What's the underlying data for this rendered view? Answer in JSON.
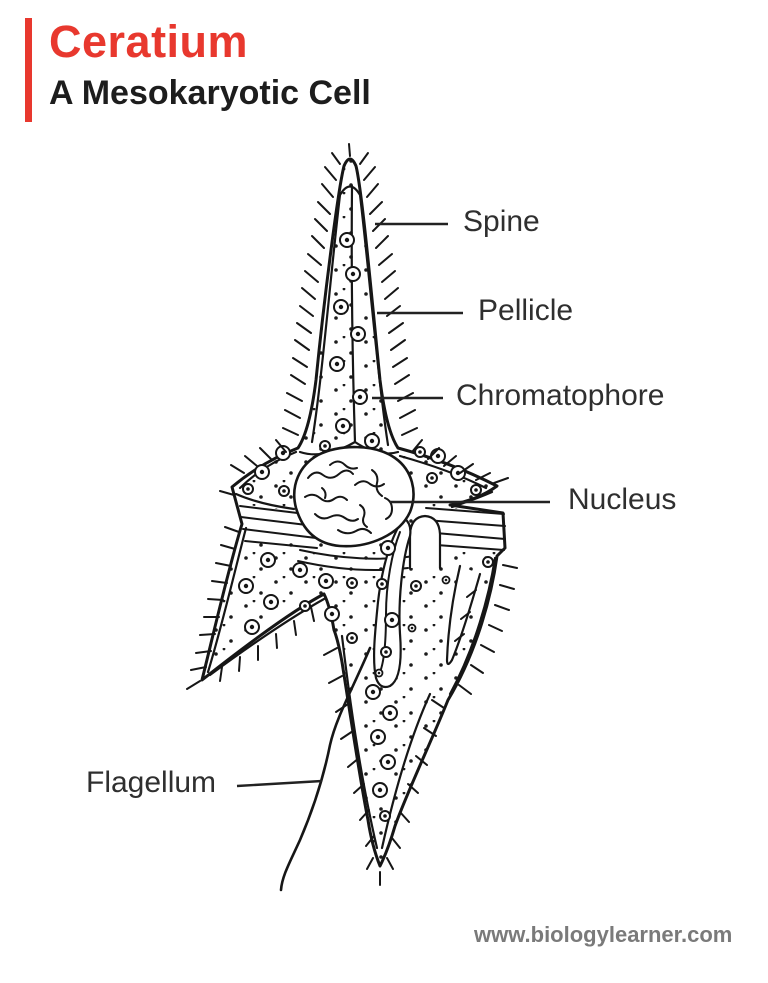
{
  "header": {
    "title": "Ceratium",
    "subtitle": "A Mesokaryotic Cell",
    "accent_color": "#e8382e"
  },
  "diagram": {
    "subject": "Ceratium mesokaryotic cell line drawing",
    "labels": {
      "spine": "Spine",
      "pellicle": "Pellicle",
      "chromatophore": "Chromatophore",
      "nucleus": "Nucleus",
      "flagellum": "Flagellum"
    },
    "ink_color": "#161616"
  },
  "footer": {
    "website": "www.biologylearner.com",
    "color": "#7a7a7a"
  }
}
